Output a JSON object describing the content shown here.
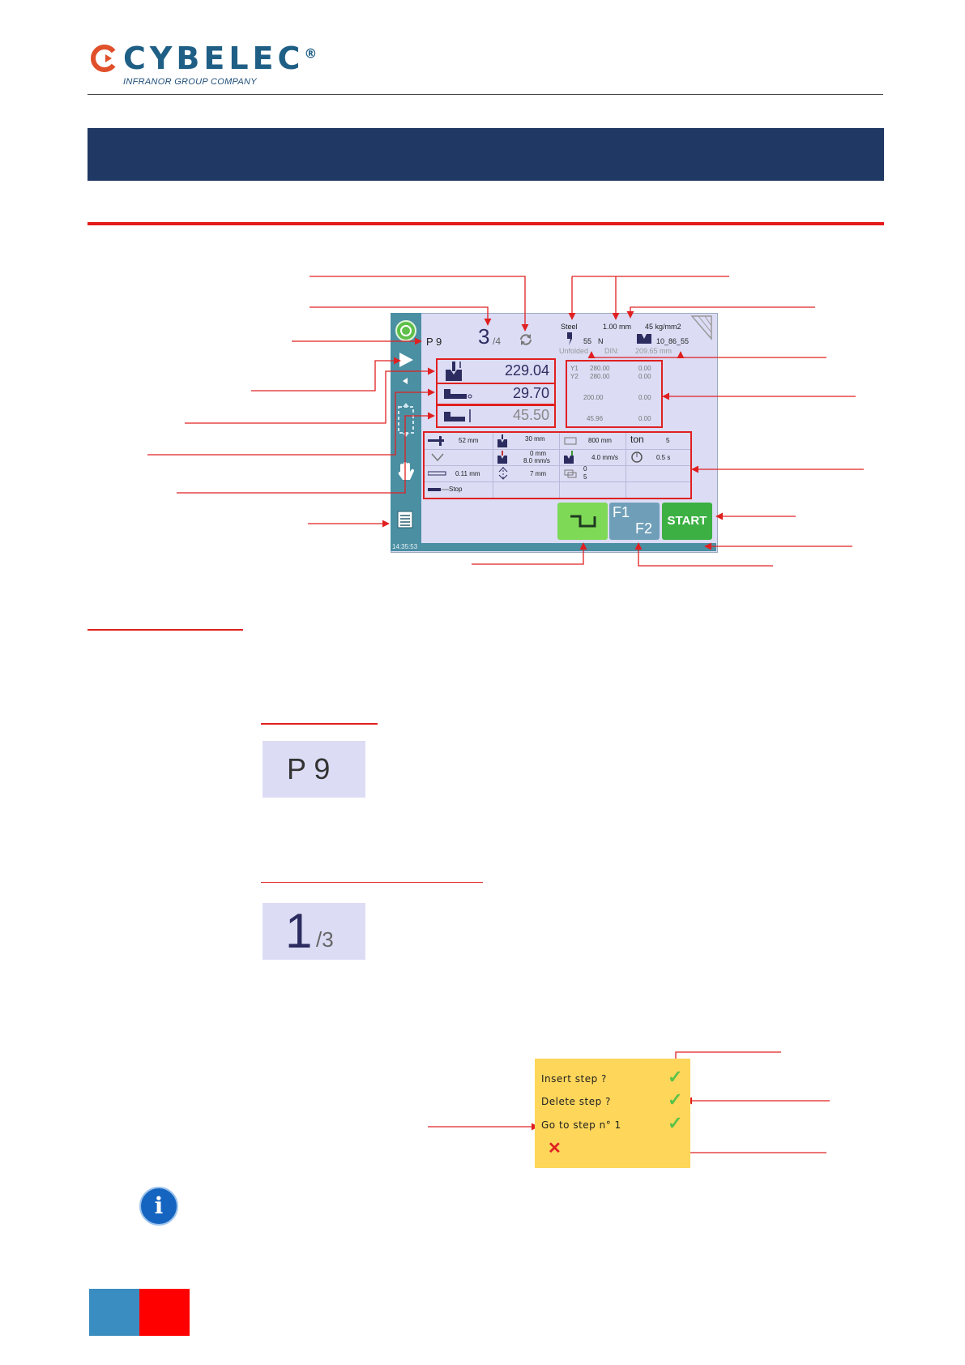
{
  "header": {
    "logo_text": "CYBELEC",
    "logo_reg": "®",
    "logo_sub": "INFRANOR GROUP COMPANY"
  },
  "screen": {
    "program": "P 9",
    "step_current": "3",
    "step_total": "/4",
    "material": "Steel",
    "thickness": "1.00 mm",
    "strength": "45 kg/mm2",
    "punch_value": "55",
    "punch_unit": "N",
    "die_value": "10_86_55",
    "unfolded_label": "Unfolded",
    "din_label": "DIN:",
    "din_value": "209.65 mm",
    "axis_values": [
      "229.04",
      "29.70",
      "45.50"
    ],
    "y1_label": "Y1",
    "y1_value": "280.00",
    "y1_corr": "0.00",
    "y2_label": "Y2",
    "y2_value": "280.00",
    "y2_corr": "0.00",
    "x_value": "200.00",
    "x_corr": "0.00",
    "r_value": "45.96",
    "r_corr": "0.00",
    "params": {
      "flange": "52 mm",
      "opening": "30 mm",
      "length": "800 mm",
      "ton_label": "ton",
      "ton_value": "5",
      "mute_value": "0 mm",
      "speed_value": "8.0 mm/s",
      "return_speed": "4.0 mm/s",
      "dwell": "0.5 s",
      "retract": "0.11 mm",
      "decomp": "7 mm",
      "repeat_a": "0",
      "repeat_b": "5",
      "stop_label": "Stop"
    },
    "f1": "F1",
    "f2": "F2",
    "start": "START",
    "clock": "14:35:53"
  },
  "thumb1": {
    "text": "P  9"
  },
  "thumb2": {
    "big": "1",
    "small": "/3"
  },
  "popup": {
    "items": [
      "Insert step ?",
      "Delete step ?",
      "Go to step n° 1"
    ],
    "check": "✓",
    "close": "✕"
  },
  "info_glyph": "i"
}
